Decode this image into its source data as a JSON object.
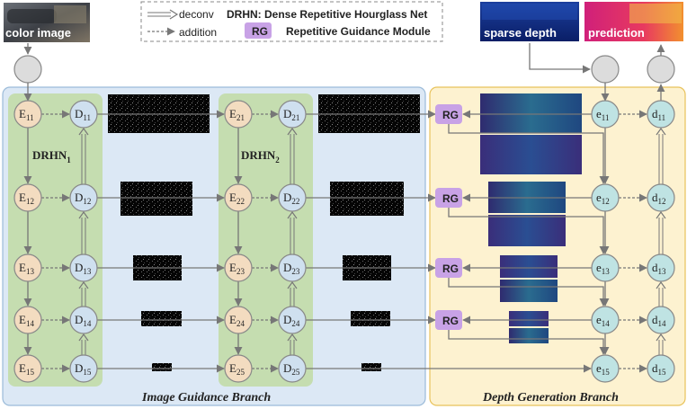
{
  "legend": {
    "deconv_label": "deconv",
    "addition_label": "addition",
    "drhn_title": "DRHN: Dense Repetitive Hourglass Net",
    "rg_badge": "RG",
    "rg_title": "Repetitive Guidance Module"
  },
  "images": {
    "color_image": "color image",
    "sparse_depth": "sparse depth",
    "prediction": "prediction"
  },
  "branches": {
    "image_guidance": "Image Guidance Branch",
    "depth_generation": "Depth Generation Branch"
  },
  "drhn_labels": [
    {
      "text": "DRHN",
      "sub": "1"
    },
    {
      "text": "DRHN",
      "sub": "2"
    }
  ],
  "rg_label": "RG",
  "nodes": {
    "E1": [
      {
        "b": "E",
        "s": "11"
      },
      {
        "b": "E",
        "s": "12"
      },
      {
        "b": "E",
        "s": "13"
      },
      {
        "b": "E",
        "s": "14"
      },
      {
        "b": "E",
        "s": "15"
      }
    ],
    "D1": [
      {
        "b": "D",
        "s": "11"
      },
      {
        "b": "D",
        "s": "12"
      },
      {
        "b": "D",
        "s": "13"
      },
      {
        "b": "D",
        "s": "14"
      },
      {
        "b": "D",
        "s": "15"
      }
    ],
    "E2": [
      {
        "b": "E",
        "s": "21"
      },
      {
        "b": "E",
        "s": "22"
      },
      {
        "b": "E",
        "s": "23"
      },
      {
        "b": "E",
        "s": "24"
      },
      {
        "b": "E",
        "s": "25"
      }
    ],
    "D2": [
      {
        "b": "D",
        "s": "21"
      },
      {
        "b": "D",
        "s": "22"
      },
      {
        "b": "D",
        "s": "23"
      },
      {
        "b": "D",
        "s": "24"
      },
      {
        "b": "D",
        "s": "25"
      }
    ],
    "e": [
      {
        "b": "e",
        "s": "11"
      },
      {
        "b": "e",
        "s": "12"
      },
      {
        "b": "e",
        "s": "13"
      },
      {
        "b": "e",
        "s": "14"
      },
      {
        "b": "e",
        "s": "15"
      }
    ],
    "d": [
      {
        "b": "d",
        "s": "11"
      },
      {
        "b": "d",
        "s": "12"
      },
      {
        "b": "d",
        "s": "13"
      },
      {
        "b": "d",
        "s": "14"
      },
      {
        "b": "d",
        "s": "15"
      }
    ]
  },
  "colors": {
    "guidance_bg": "#dce8f5",
    "guidance_border": "#9bbbd9",
    "depth_bg": "#fdf2d0",
    "depth_border": "#e8c25a",
    "drhn_bg": "#c5ddb0",
    "encoder_fill": "#f3dcc0",
    "decoder_fill": "#cfe0ef",
    "e_fill": "#bfe3e3",
    "rg_fill": "#c8a2e6",
    "add_fill": "#dcdcdc",
    "arrow": "#777777"
  }
}
